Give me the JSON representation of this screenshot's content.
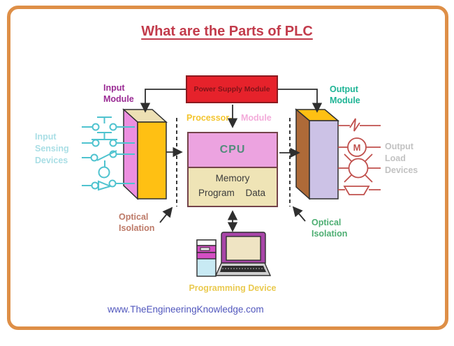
{
  "title": "What are the Parts of PLC",
  "power_supply": {
    "label": "Power Supply Module"
  },
  "processor": {
    "left": "Processor-",
    "right": "Module"
  },
  "cpu": {
    "label": "CPU"
  },
  "memory": {
    "title": "Memory",
    "program": "Program",
    "data": "Data"
  },
  "input_module": {
    "line1": "Input",
    "line2": "Module"
  },
  "output_module": {
    "line1": "Output",
    "line2": "Module"
  },
  "input_sensing": {
    "line1": "Input",
    "line2": "Sensing",
    "line3": "Devices"
  },
  "output_load": {
    "line1": "Output",
    "line2": "Load",
    "line3": "Devices"
  },
  "optical_isolation_left": {
    "line1": "Optical",
    "line2": "Isolation"
  },
  "optical_isolation_right": {
    "line1": "Optical",
    "line2": "Isolation"
  },
  "programming_device": {
    "label": "Programming Device"
  },
  "motor": {
    "letter": "M"
  },
  "footer": {
    "website": "www.TheEngineeringKnowledge.com"
  },
  "icons": {
    "input_symbols": [
      "no-pushbutton",
      "nc-pushbutton",
      "limit-switch",
      "float-switch",
      "flow-switch"
    ],
    "output_symbols": [
      "heater",
      "motor",
      "pilot-lamp",
      "horn"
    ]
  },
  "colors": {
    "frame": "#DE8F47",
    "title_red": "#C23B4B",
    "power_red": "#E6222B",
    "power_border": "#8B1A1F",
    "power_text": "#7E1318",
    "box_edge": "#74434A",
    "cpu_pink": "#ECA3E0",
    "cpu_text": "#518C7B",
    "memory_beige": "#EFE4B6",
    "dark_text": "#3B3B3B",
    "gold": "#FFC013",
    "violet": "#EC8FE0",
    "top_beige": "#EDE0B4",
    "lavender": "#CCC2E6",
    "brown": "#AE6A38",
    "cyan_symbol": "#4FC3CF",
    "load_red": "#C0504D",
    "gray_label": "#C2C2C2",
    "pale_cyan_label": "#A9DEE5",
    "purple_label": "#9A2B94",
    "teal_label": "#1EB495",
    "processor_gold": "#F3C52F",
    "module_pink": "#F3ABDA",
    "optical_brown": "#BD7A68",
    "optical_green": "#4DAE72",
    "prog_gold": "#EACA50",
    "website_blue": "#5157BD",
    "wire": "#2F2F2F",
    "pc_magenta": "#D44FC4",
    "pc_cyan": "#C8EAF4",
    "pc_purple": "#A845A8",
    "pc_screen": "#EFE4C3",
    "pc_keyboard": "#CFCFCF"
  }
}
